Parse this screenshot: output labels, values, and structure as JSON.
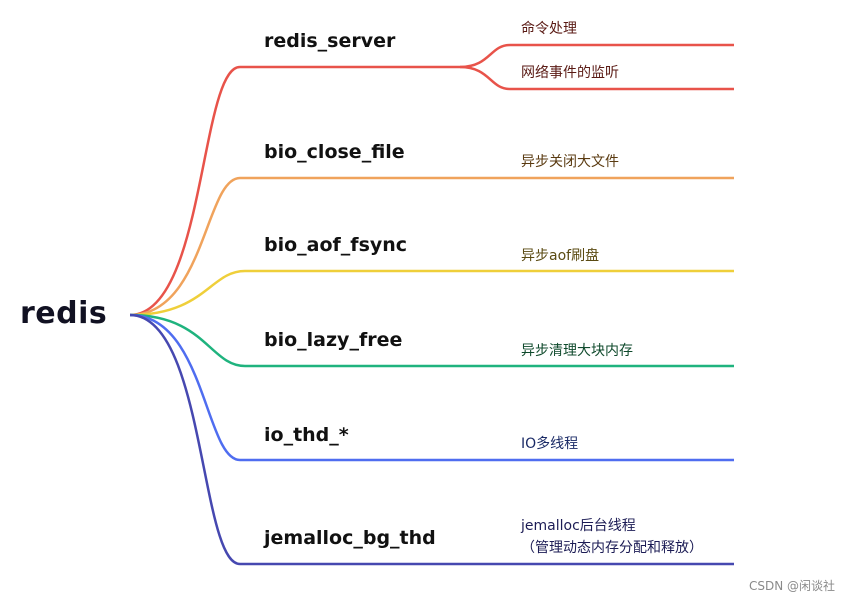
{
  "root": {
    "label": "redis"
  },
  "branches": [
    {
      "label": "redis_server",
      "color": "#e8534a",
      "leaves": [
        {
          "label": "命令处理",
          "text_color": "#5a1a14"
        },
        {
          "label": "网络事件的监听",
          "text_color": "#5a1a14"
        }
      ]
    },
    {
      "label": "bio_close_file",
      "color": "#f0a35c",
      "leaves": [
        {
          "label": "异步关闭大文件",
          "text_color": "#5a3a10"
        }
      ]
    },
    {
      "label": "bio_aof_fsync",
      "color": "#efcf3a",
      "leaves": [
        {
          "label": "异步aof刷盘",
          "text_color": "#5a4a12"
        }
      ]
    },
    {
      "label": "bio_lazy_free",
      "color": "#1fb37e",
      "leaves": [
        {
          "label": "异步清理大块内存",
          "text_color": "#0f4a2c"
        }
      ]
    },
    {
      "label": "io_thd_*",
      "color": "#4f6df0",
      "leaves": [
        {
          "label": "IO多线程",
          "text_color": "#1a2a66"
        }
      ]
    },
    {
      "label": "jemalloc_bg_thd",
      "color": "#4648b0",
      "leaves": [
        {
          "label": "jemalloc后台线程",
          "text_color": "#1c1c55"
        },
        {
          "label": "（管理动态内存分配和释放）",
          "text_color": "#1c1c55"
        }
      ]
    }
  ],
  "watermark": "CSDN @闲谈社"
}
